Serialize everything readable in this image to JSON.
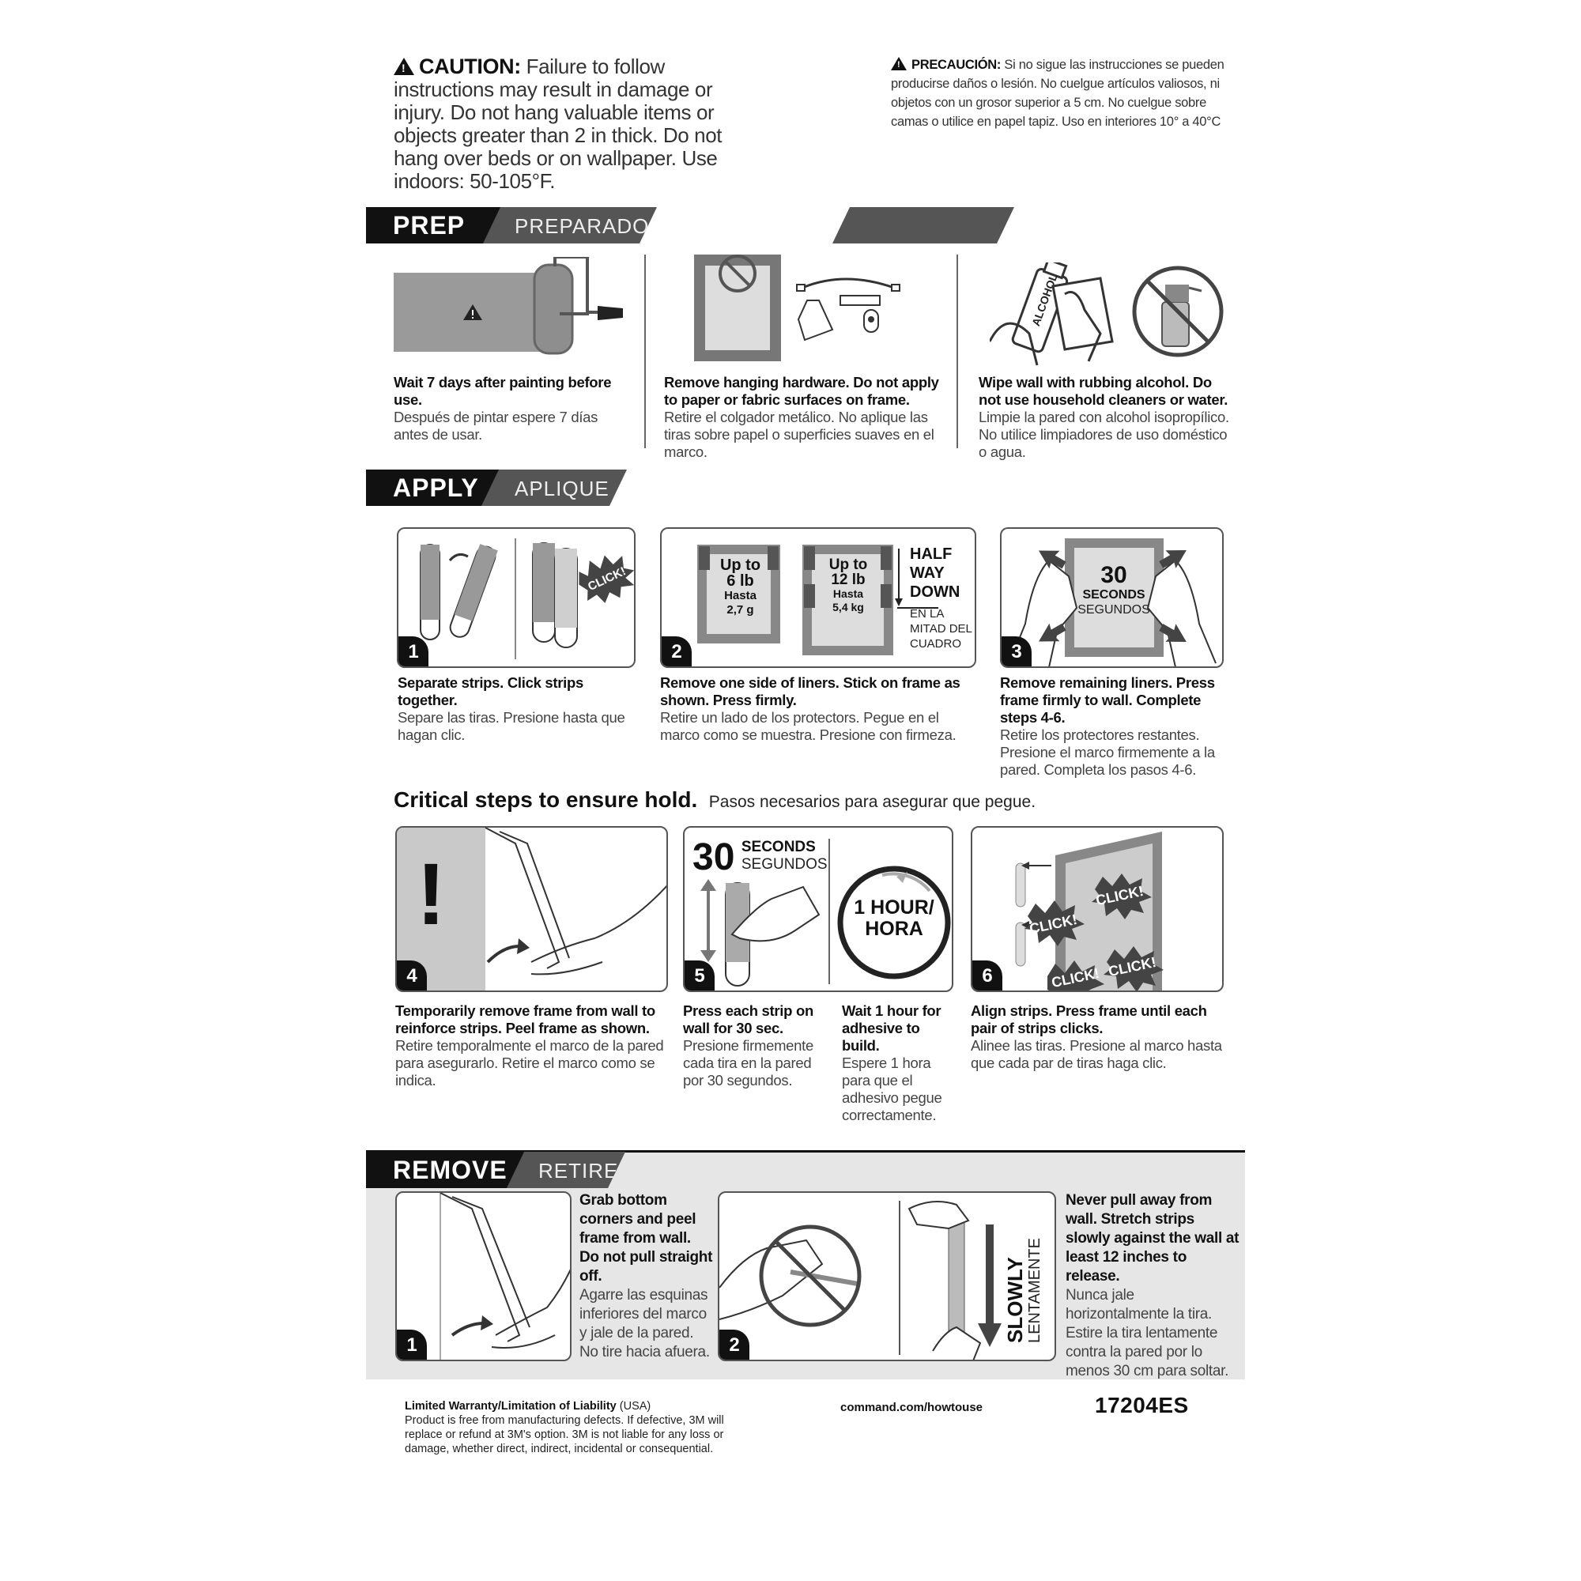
{
  "caution": {
    "en_label": "CAUTION:",
    "en_text": " Failure to follow instructions may result in damage or injury. Do not hang valuable items or objects greater than 2 in thick. Do not hang over beds or on wallpaper. Use indoors: 50-105°F.",
    "es_label": "PRECAUCIÓN:",
    "es_text": " Si no sigue las instrucciones se pueden producirse daños o lesión. No cuelgue artículos valiosos, ni objetos con un grosor superior a 5 cm. No cuelgue sobre camas o utilice en papel tapiz. Uso en interiores 10° a 40°C"
  },
  "prep": {
    "title": "PREP",
    "subtitle": "PREPARADO",
    "items": [
      {
        "en": "Wait 7 days after painting before use.",
        "es": "Después de pintar espere 7 días antes de usar."
      },
      {
        "en": "Remove hanging hardware. Do not apply to paper or fabric surfaces on frame.",
        "es": "Retire el colgador metálico. No aplique las tiras sobre papel o superficies suaves en el marco."
      },
      {
        "en": "Wipe wall with rubbing alcohol. Do not use household cleaners or water.",
        "es": "Limpie la pared con alcohol isopropílico. No utilice limpiadores de uso doméstico o agua."
      }
    ],
    "alcohol_label": "ALCOHOL"
  },
  "apply": {
    "title": "APPLY",
    "subtitle": "APLIQUE",
    "steps": [
      {
        "num": "1",
        "en": "Separate strips. Click strips together.",
        "es": "Separe las tiras. Presione hasta que hagan clic."
      },
      {
        "num": "2",
        "en": "Remove one side of liners. Stick on frame as shown. Press firmly.",
        "es": "Retire un lado de los protectors. Pegue en el marco como se muestra. Presione con firmeza."
      },
      {
        "num": "3",
        "en": "Remove remaining liners. Press frame firmly to wall. Complete steps 4-6.",
        "es": "Retire los protectores restantes. Presione el marco firmemente a la pared. Completa los pasos 4-6."
      }
    ],
    "click": "CLICK!",
    "frame_small": {
      "line1": "Up to",
      "line2": "6 lb",
      "line3": "Hasta",
      "line4": "2,7 g"
    },
    "frame_large": {
      "line1": "Up to",
      "line2": "12 lb",
      "line3": "Hasta",
      "line4": "5,4 kg"
    },
    "half": {
      "line1": "HALF",
      "line2": "WAY",
      "line3": "DOWN",
      "es1": "EN LA",
      "es2": "MITAD DEL",
      "es3": "CUADRO"
    },
    "seconds": {
      "num": "30",
      "en": "SECONDS",
      "es": "SEGUNDOS"
    }
  },
  "critical": {
    "title": "Critical steps to ensure hold.",
    "subtitle": "Pasos necesarios para asegurar que pegue.",
    "steps": [
      {
        "num": "4",
        "en": "Temporarily remove frame from wall to reinforce strips. Peel frame as shown.",
        "es": "Retire temporalmente el marco de la pared para asegurarlo. Retire el marco como se indica."
      },
      {
        "num": "5",
        "en": "Press each strip on wall for 30 sec.",
        "es": "Presione firmemente cada tira en la pared por 30 segundos."
      },
      {
        "num": "6",
        "en": "Align strips. Press frame until each pair of strips clicks.",
        "es": "Alinee las tiras. Presione al marco hasta que cada par de tiras haga clic."
      }
    ],
    "wait": {
      "en": "Wait 1 hour for adhesive to build.",
      "es": "Espere 1 hora para que el adhesivo pegue correctamente."
    },
    "seconds": {
      "num": "30",
      "en": "SECONDS",
      "es": "SEGUNDOS"
    },
    "clock": {
      "line1": "1 HOUR/",
      "line2": "HORA"
    },
    "exclaim": "!",
    "click": "CLICK!"
  },
  "remove": {
    "title": "REMOVE",
    "subtitle": "RETIRE",
    "steps": [
      {
        "num": "1",
        "en": "Grab bottom corners and peel frame from wall. Do not pull straight off.",
        "es": "Agarre las esquinas inferiores del marco y jale de la pared. No tire hacia afuera."
      },
      {
        "num": "2",
        "en": "Never pull away from wall. Stretch strips slowly against the wall at least 12 inches to release.",
        "es": "Nunca jale horizontalmente la tira. Estire la tira lentamente contra la pared por lo menos 30 cm para soltar."
      }
    ],
    "slowly": "SLOWLY",
    "lentamente": "LENTAMENTE"
  },
  "footer": {
    "warranty_title": "Limited Warranty/Limitation of Liability",
    "warranty_region": " (USA)",
    "warranty_text": "Product is free from manufacturing defects. If defective, 3M will replace or refund at 3M's option. 3M is not liable for any loss or damage, whether direct, indirect, incidental or consequential.",
    "url": "command.com/howtouse",
    "code": "17204ES"
  }
}
